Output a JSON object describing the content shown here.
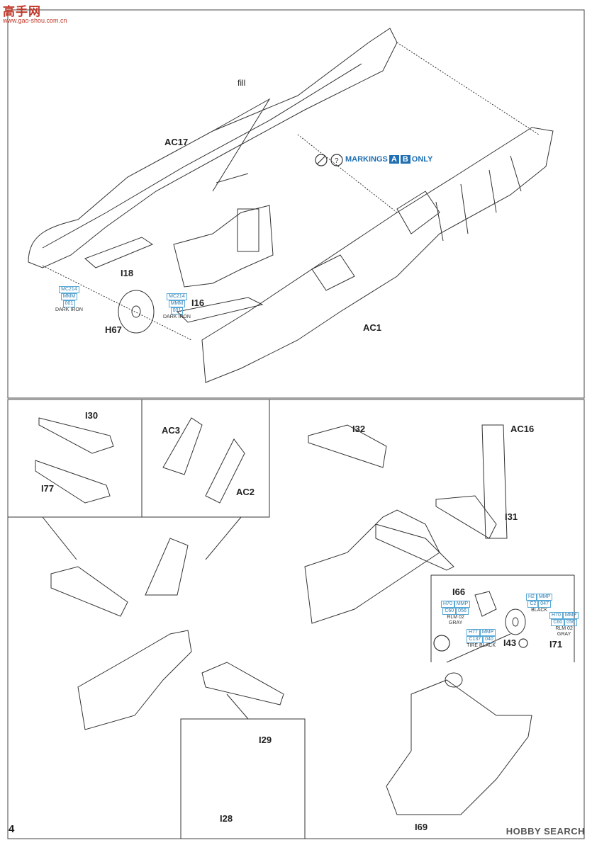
{
  "watermark": {
    "title": "高手网",
    "url": "www.gao-shou.com.cn"
  },
  "page_number": "4",
  "brand": "HOBBY SEARCH",
  "note_fill": "fill",
  "markings": {
    "prefix": "MARKINGS",
    "a": "A",
    "b": "B",
    "suffix": "ONLY"
  },
  "parts": {
    "ac17": "AC17",
    "i18": "I18",
    "i16": "I16",
    "h67": "H67",
    "ac1": "AC1",
    "i30": "I30",
    "i77": "I77",
    "ac3": "AC3",
    "ac2": "AC2",
    "i32": "I32",
    "ac16": "AC16",
    "i31": "I31",
    "i66": "I66",
    "i43": "I43",
    "i71": "I71",
    "i29": "I29",
    "i28": "I28",
    "i69": "I69"
  },
  "paints": {
    "dark_iron_1": {
      "code": "MC214",
      "brand": "MMM",
      "num": "001",
      "name": "DARK IRON"
    },
    "dark_iron_2": {
      "code": "MC214",
      "brand": "MMM",
      "num": "001",
      "name": "DARK IRON"
    },
    "rlm02_a": {
      "c1": "H70",
      "c1b": "MMP",
      "c2": "C60",
      "c2b": "056",
      "name": "RLM 02",
      "name2": "GRAY"
    },
    "tire": {
      "c1": "H77",
      "c1b": "MMP",
      "c2": "C137",
      "c2b": "040",
      "name": "TIRE BLACK"
    },
    "black": {
      "c1": "H2",
      "c1b": "MMP",
      "c2": "C2",
      "c2b": "047",
      "name": "BLACK"
    },
    "rlm02_b": {
      "c1": "H70",
      "c1b": "MMP",
      "c2": "C60",
      "c2b": "056",
      "name": "RLM 02",
      "name2": "GRAY"
    }
  }
}
